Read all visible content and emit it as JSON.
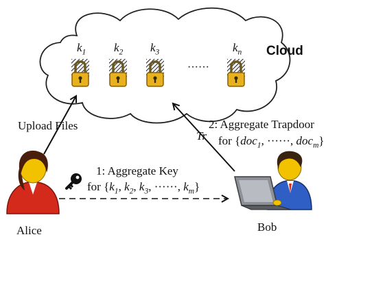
{
  "cloud": {
    "title": "Cloud",
    "keys": [
      {
        "name": "k",
        "sub": "1"
      },
      {
        "name": "k",
        "sub": "2"
      },
      {
        "name": "k",
        "sub": "3"
      },
      {
        "name": "k",
        "sub": "n"
      }
    ],
    "ellipsis": "······"
  },
  "alice": {
    "name": "Alice",
    "shirt_color": "#d42a1c",
    "hair_color": "#4a1e0c"
  },
  "bob": {
    "name": "Bob",
    "shirt_color": "#2f5fc4",
    "hair_color": "#3a2410"
  },
  "upload": {
    "label": "Upload Files"
  },
  "aggregate_key": {
    "title": "1: Aggregate Key",
    "for_label": "for {",
    "items": [
      {
        "name": "k",
        "sub": "1"
      },
      {
        "name": "k",
        "sub": "2"
      },
      {
        "name": "k",
        "sub": "3"
      },
      {
        "name": "······",
        "sub": ""
      },
      {
        "name": "k",
        "sub": "m"
      }
    ],
    "close": "}"
  },
  "trapdoor": {
    "title": "2: Aggregate Trapdoor",
    "for_label": "for {",
    "doc1_name": "doc",
    "doc1_sub": "1",
    "dots": "······",
    "docm_name": "doc",
    "docm_sub": "m",
    "close": "}",
    "tr_label": "Tr"
  },
  "colors": {
    "lock": "#e8b21e",
    "lock_dark": "#b07c0a",
    "skin": "#f2c100"
  }
}
